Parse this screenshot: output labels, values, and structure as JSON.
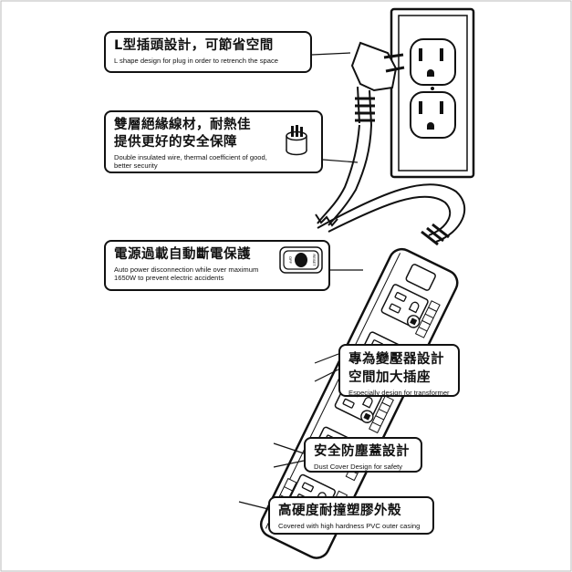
{
  "callouts": {
    "l_plug": {
      "zh": "L型插頭設計，可節省空間",
      "en": "L shape design for plug in order to retrench the space"
    },
    "wire": {
      "zh_line1": "雙層絕緣線材，耐熱佳",
      "zh_line2": "提供更好的安全保障",
      "en_line1": "Double insulated wire, thermal coefficient of good,",
      "en_line2": "better security"
    },
    "breaker": {
      "zh": "電源過載自動斷電保護",
      "en_line1": "Auto power disconnection while over maximum",
      "en_line2": "1650W to prevent electric accidents",
      "icon_off": "OFF",
      "icon_reset": "RESET"
    },
    "transformer": {
      "zh_line1": "專為變壓器設計",
      "zh_line2": "空間加大插座",
      "en": "Especially design for transformer"
    },
    "dust": {
      "zh": "安全防塵蓋設計",
      "en": "Dust Cover Design for safety"
    },
    "casing": {
      "zh": "高硬度耐撞塑膠外殼",
      "en": "Covered with high hardness PVC outer casing"
    }
  },
  "colors": {
    "ink": "#111111",
    "background": "#ffffff",
    "gray_fill": "#cfcfcf"
  }
}
